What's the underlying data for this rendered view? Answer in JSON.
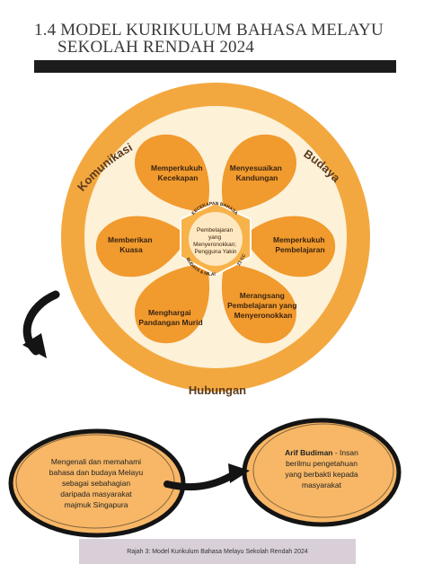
{
  "title": {
    "line1": "1.4 MODEL KURIKULUM BAHASA MELAYU",
    "line2": "SEKOLAH RENDAH 2024"
  },
  "ring_labels": {
    "top_left": "Komunikasi",
    "top_right": "Budaya",
    "bottom": "Hubungan"
  },
  "petals": [
    {
      "lines": [
        "Memperkukuh",
        "Kecekapan"
      ]
    },
    {
      "lines": [
        "Menyesuaikan",
        "Kandungan"
      ]
    },
    {
      "lines": [
        "Memperkukuh",
        "Pembelajaran"
      ]
    },
    {
      "lines": [
        "Merangsang",
        "Pembelajaran yang",
        "Menyeronokkan"
      ]
    },
    {
      "lines": [
        "Menghargai",
        "Pandangan Murid"
      ]
    },
    {
      "lines": [
        "Memberikan",
        "Kuasa"
      ]
    }
  ],
  "center": {
    "lines": [
      "Pembelajaran",
      "yang",
      "Menyeronokkan;",
      "Pengguna Yakin"
    ],
    "arc_top": "KECEKAPAN BAHASA",
    "arc_left": "BUDAYA & NILAI",
    "side_right": "21 CC"
  },
  "bubbles": {
    "left": [
      "Mengenali dan memahami",
      "bahasa dan budaya Melayu",
      "sebagai sebahagian",
      "daripada masyarakat",
      "majmuk Singapura"
    ],
    "right_bold": "Arif Budiman",
    "right_rest_first": " - Insan",
    "right_lines": [
      "berilmu pengetahuan",
      "yang berbakti kepada",
      "masyarakat"
    ]
  },
  "caption": "Rajah 3: Model Kurikulum Bahasa Melayu Sekolah Rendah 2024",
  "colors": {
    "ring": "#f3a83f",
    "inner_disc": "#fdf1d8",
    "petal": "#f19a2e",
    "hexagon": "#f7b24a",
    "center_disc": "#fde8c2",
    "bubble": "#f7b766",
    "title_bar": "#1c1c1c",
    "caption_bg": "#d8cfd8"
  }
}
